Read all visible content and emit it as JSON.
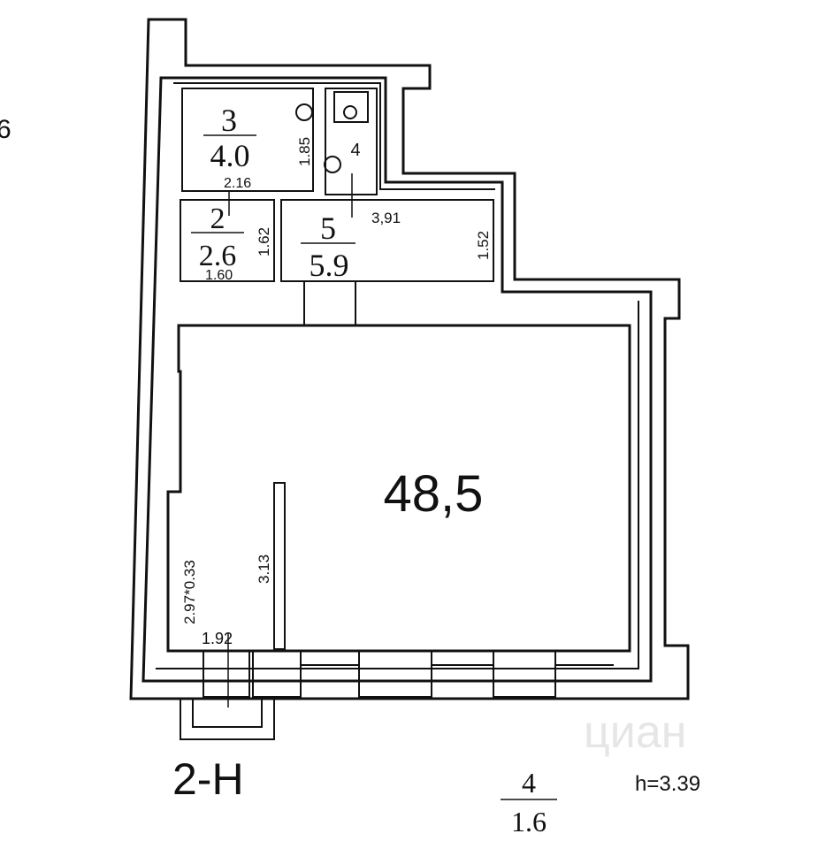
{
  "plan": {
    "edge_mark": "6",
    "main_area": "48,5",
    "height_label": "h=3.39",
    "floor_code": "2-H",
    "watermark": "циан",
    "rooms": [
      {
        "number": "3",
        "area": "4.0"
      },
      {
        "number": "4",
        "area": ""
      },
      {
        "number": "2",
        "area": "2.6"
      },
      {
        "number": "5",
        "area": "5.9"
      }
    ],
    "outside_room": {
      "number": "4",
      "area": "1.6"
    },
    "dimensions": {
      "d_185": "1.85",
      "d_216": "2.16",
      "d_162": "1.62",
      "d_160": "1.60",
      "d_391": "3,91",
      "d_152": "1.52",
      "d_297": "2.97*0.33",
      "d_313": "3.13",
      "d_192": "1.92"
    }
  }
}
